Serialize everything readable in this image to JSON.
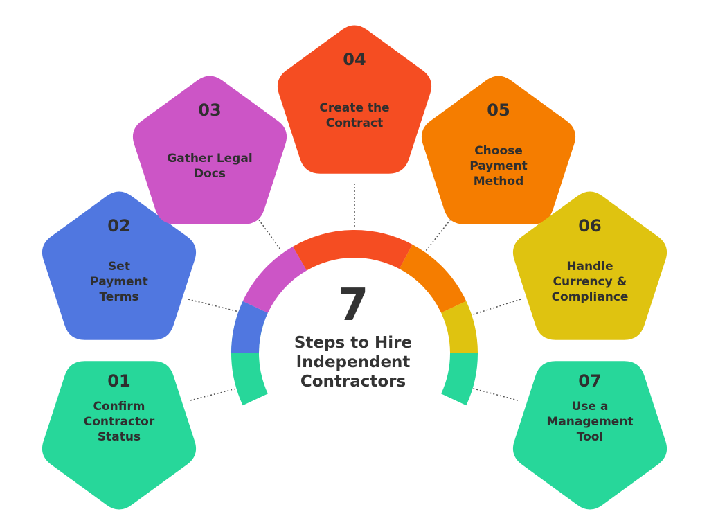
{
  "center": {
    "number": "7",
    "title_lines": [
      "Steps to Hire",
      "Independent",
      "Contractors"
    ]
  },
  "steps": [
    {
      "number": "01",
      "label_lines": [
        "Confirm",
        "Contractor",
        "Status"
      ],
      "color": "#27d79a"
    },
    {
      "number": "02",
      "label_lines": [
        "Set",
        "Payment",
        "Terms"
      ],
      "color": "#5077e0"
    },
    {
      "number": "03",
      "label_lines": [
        "Gather Legal",
        "Docs"
      ],
      "color": "#cc55c6"
    },
    {
      "number": "04",
      "label_lines": [
        "Create the",
        "Contract"
      ],
      "color": "#f54d22"
    },
    {
      "number": "05",
      "label_lines": [
        "Choose",
        "Payment",
        "Method"
      ],
      "color": "#f57d00"
    },
    {
      "number": "06",
      "label_lines": [
        "Handle",
        "Currency &",
        "Compliance"
      ],
      "color": "#dfc310"
    },
    {
      "number": "07",
      "label_lines": [
        "Use a",
        "Management",
        "Tool"
      ],
      "color": "#27d79a"
    }
  ]
}
